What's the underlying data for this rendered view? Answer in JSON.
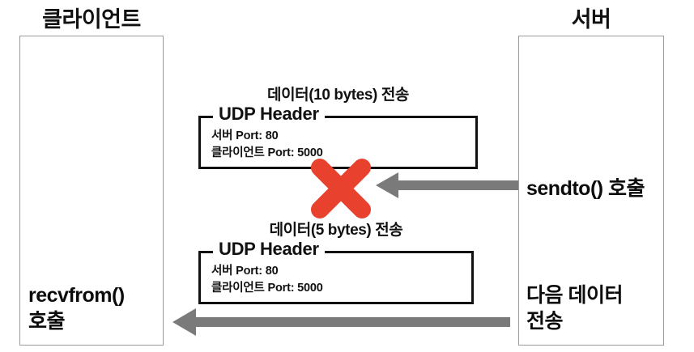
{
  "diagram": {
    "title_client": "클라이언트",
    "title_server": "서버",
    "colors": {
      "x_mark": "#E8422E",
      "arrow": "#7A7A7A",
      "lifeline_border": "#9A9A9A",
      "box_border": "#111111",
      "text": "#111111",
      "background": "#FFFFFF"
    }
  },
  "client": {
    "title": "클라이언트",
    "call_label": "recvfrom()\n호출"
  },
  "server": {
    "title": "서버",
    "send_label": "sendto() 호출",
    "next_label": "다음 데이터\n전송"
  },
  "packets": [
    {
      "caption": "데이터(10 bytes) 전송",
      "header_legend": "UDP Header",
      "fields": "서버 Port: 80\n클라이언트 Port: 5000",
      "server_port": "80",
      "client_port": "5000",
      "size": "10 bytes",
      "blocked": true
    },
    {
      "caption": "데이터(5 bytes) 전송",
      "header_legend": "UDP Header",
      "fields": "서버 Port: 80\n클라이언트 Port: 5000",
      "server_port": "80",
      "client_port": "5000",
      "size": "5 bytes",
      "blocked": false
    }
  ],
  "arrows": {
    "top_direction": "left",
    "bottom_direction": "left"
  },
  "markers": {
    "x_mark_name": "drop-x-mark"
  }
}
